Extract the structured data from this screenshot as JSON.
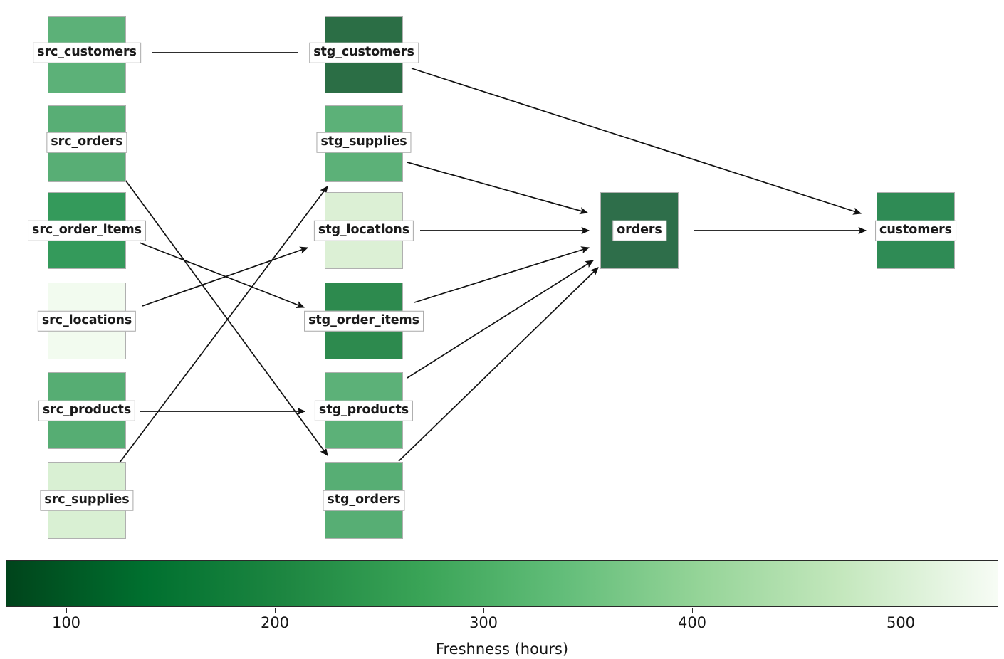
{
  "chart_data": {
    "type": "diagram",
    "subtype": "dag-lineage-graph",
    "title": "",
    "colorbar": {
      "label": "Freshness (hours)",
      "orientation": "horizontal",
      "cmap": "Greens_reversed",
      "vmin": 55,
      "vmax": 560,
      "ticks": [
        100,
        200,
        300,
        400,
        500
      ],
      "tick_labels": [
        "100",
        "200",
        "300",
        "400",
        "500"
      ],
      "gradient_start_color": "#00441b",
      "gradient_end_color": "#f7fcf5"
    },
    "nodes": [
      {
        "id": "src_customers",
        "label": "src_customers",
        "column": 0,
        "row": 0,
        "color": "#5cb178",
        "freshness": 190
      },
      {
        "id": "src_orders",
        "label": "src_orders",
        "column": 0,
        "row": 1,
        "color": "#58ae75",
        "freshness": 186
      },
      {
        "id": "src_order_items",
        "label": "src_order_items",
        "column": 0,
        "row": 2,
        "color": "#349a5b",
        "freshness": 150
      },
      {
        "id": "src_locations",
        "label": "src_locations",
        "column": 0,
        "row": 3,
        "color": "#f2fbef",
        "freshness": 545
      },
      {
        "id": "src_products",
        "label": "src_products",
        "column": 0,
        "row": 4,
        "color": "#56ad73",
        "freshness": 184
      },
      {
        "id": "src_supplies",
        "label": "src_supplies",
        "column": 0,
        "row": 5,
        "color": "#d9f0d3",
        "freshness": 452
      },
      {
        "id": "stg_customers",
        "label": "stg_customers",
        "column": 1,
        "row": 0,
        "color": "#2b6e45",
        "freshness": 95
      },
      {
        "id": "stg_supplies",
        "label": "stg_supplies",
        "column": 1,
        "row": 1,
        "color": "#5cb178",
        "freshness": 190
      },
      {
        "id": "stg_locations",
        "label": "stg_locations",
        "column": 1,
        "row": 2,
        "color": "#dcf0d5",
        "freshness": 460
      },
      {
        "id": "stg_order_items",
        "label": "stg_order_items",
        "column": 1,
        "row": 3,
        "color": "#2d8a4e",
        "freshness": 132
      },
      {
        "id": "stg_products",
        "label": "stg_products",
        "column": 1,
        "row": 4,
        "color": "#5cb178",
        "freshness": 190
      },
      {
        "id": "stg_orders",
        "label": "stg_orders",
        "column": 1,
        "row": 5,
        "color": "#57ae74",
        "freshness": 186
      },
      {
        "id": "orders",
        "label": "orders",
        "column": 2,
        "row": 2,
        "color": "#2e6e4a",
        "freshness": 98
      },
      {
        "id": "customers",
        "label": "customers",
        "column": 3,
        "row": 2,
        "color": "#2f8b55",
        "freshness": 126
      }
    ],
    "edges": [
      {
        "from": "src_customers",
        "to": "stg_customers",
        "arrow": false
      },
      {
        "from": "src_orders",
        "to": "stg_orders",
        "arrow": true
      },
      {
        "from": "src_order_items",
        "to": "stg_order_items",
        "arrow": true
      },
      {
        "from": "src_locations",
        "to": "stg_locations",
        "arrow": true
      },
      {
        "from": "src_products",
        "to": "stg_products",
        "arrow": true
      },
      {
        "from": "src_supplies",
        "to": "stg_supplies",
        "arrow": true
      },
      {
        "from": "stg_customers",
        "to": "customers",
        "arrow": true
      },
      {
        "from": "stg_supplies",
        "to": "orders",
        "arrow": true
      },
      {
        "from": "stg_locations",
        "to": "orders",
        "arrow": true
      },
      {
        "from": "stg_order_items",
        "to": "orders",
        "arrow": true
      },
      {
        "from": "stg_products",
        "to": "orders",
        "arrow": true
      },
      {
        "from": "stg_orders",
        "to": "orders",
        "arrow": true
      },
      {
        "from": "orders",
        "to": "customers",
        "arrow": true
      }
    ]
  },
  "graph": {
    "nodes": {
      "src_customers": {
        "label": "src_customers"
      },
      "src_orders": {
        "label": "src_orders"
      },
      "src_order_items": {
        "label": "src_order_items"
      },
      "src_locations": {
        "label": "src_locations"
      },
      "src_products": {
        "label": "src_products"
      },
      "src_supplies": {
        "label": "src_supplies"
      },
      "stg_customers": {
        "label": "stg_customers"
      },
      "stg_supplies": {
        "label": "stg_supplies"
      },
      "stg_locations": {
        "label": "stg_locations"
      },
      "stg_order_items": {
        "label": "stg_order_items"
      },
      "stg_products": {
        "label": "stg_products"
      },
      "stg_orders": {
        "label": "stg_orders"
      },
      "orders": {
        "label": "orders"
      },
      "customers": {
        "label": "customers"
      }
    }
  },
  "colorbar": {
    "title": "Freshness (hours)",
    "tick_labels": [
      "100",
      "200",
      "300",
      "400",
      "500"
    ]
  }
}
